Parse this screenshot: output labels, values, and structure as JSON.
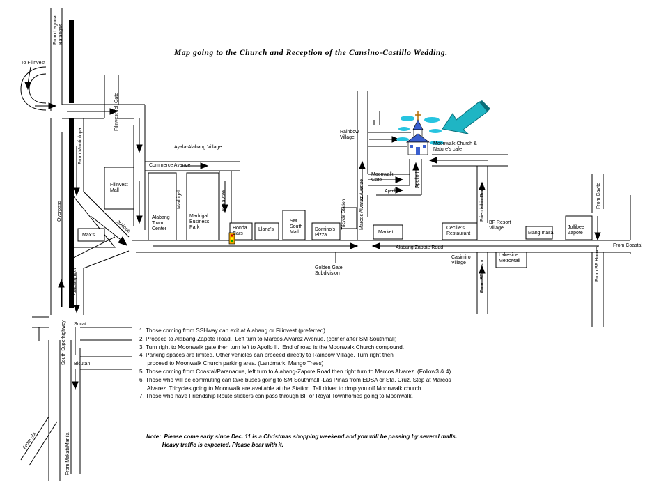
{
  "title": "Map going to the Church and Reception of the Cansino-Castillo Wedding.",
  "roads": {
    "from_laguna": "From Laguna",
    "batangas": "Batangas",
    "to_filinvest": "To Filinvest",
    "filinvest_toll_gate": "Filinvest Toll Gate",
    "from_muntinlupa": "From Muntinlupa",
    "ayala_alabang_village": "Ayala-Alabang Village",
    "commerce_avenue": "Commerce Avenue",
    "overpass": "Overpass",
    "jollibee_road": "Jollibee",
    "alabang_exit": "Alabang Exit",
    "ayala_ave": "Ayala Ave",
    "madrigal": "Madrigal",
    "rainbow_village": "Rainbow Village",
    "marcos_alvarez_avenue": "Marcos Alvarez Avenue",
    "moonwalk_gate": "Moonwalk Gate",
    "apollo_i": "Apollo I",
    "apollo_ii": "Apollo II",
    "friendship_route": "Friendship Route",
    "from_cavite": "From Cavite",
    "alabang_zapote_road": "Alabang Zapote Road",
    "from_coastal": "From Coastal",
    "golden_gate": "Golden Gate Subdivision",
    "casimiro_village": "Casimiro Village",
    "from_bf_resort": "From BF Resort",
    "from_bf_homes": "From BF Homes",
    "south_superhighway": "South Superhighway",
    "sucat": "Sucat",
    "bicutan": "Bicutan",
    "from_nlex": "From nlx",
    "from_makati_manila": "From Makati/Manila"
  },
  "places": {
    "filinvest_mall": "Filinvest Mall",
    "alabang_town_center": "Alabang Town Center",
    "madrigal_business_park": "Madrigal Business Park",
    "maxs": "Max's",
    "honda_cars": "Honda Cars",
    "llanas": "Llana's",
    "sm_south_mall": "SM South Mall",
    "dominos_pizza": "Domino's Pizza",
    "tricycle_station": "Tricycle Station",
    "market": "Market",
    "cecilles_restaurant": "Cecille's Restaurant",
    "bf_resort_village": "BF Resort Village",
    "mang_inasal": "Mang Inasal",
    "jollibee_zapote": "Jollibee Zapote",
    "lakeside_metromall": "Lakeside MetroMall",
    "church": "Moonwalk Church & Nature's cafe"
  },
  "directions": [
    "1. Those coming from SSHway can exit at Alabang or Filinvest (preferred)",
    "2. Proceed to Alabang-Zapote Road.  Left turn to Marcos Alvarez Avenue. (corner after SM Southmall)",
    "3. Turn right to Moonwalk gate then turn left to Apollo II.  End of road is the Moonwalk Church compound.",
    "4. Parking spaces are limited. Other vehicles can proceed directly to Rainbow Village. Turn right then",
    "     proceed to Moonwalk Church parking area. (Landmark: Mango Trees)",
    "5. Those coming from Coastal/Paranaque, left turn to Alabang-Zapote Road then right turn to Marcos Alvarez. (Follow3 & 4)",
    "6. Those who will be commuting can take buses going to SM Southmall -Las Pinas from EDSA or Sta. Cruz. Stop at Marcos",
    "     Alvarez. Tricycles going to Moonwalk are available at the Station. Tell driver to drop you off Moonwalk church.",
    "7. Those who have Friendship Route stickers can pass through BF or Royal Townhomes going to Moonwalk."
  ],
  "note": [
    "Note:  Please come early since Dec. 11 is a Christmas shopping weekend and you will be passing by several malls.",
    "          Heavy traffic is expected. Please bear with it."
  ],
  "colors": {
    "pointer_arrow": "#1fb5c4",
    "church_blue": "#3a5fcf",
    "clouds": "#27c4e0"
  }
}
